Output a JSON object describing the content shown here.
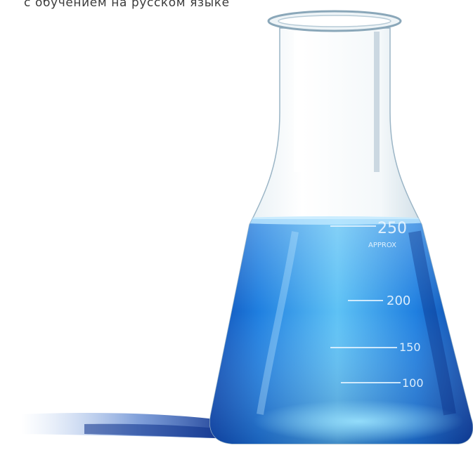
{
  "caption": {
    "text": "с обучением на русском языке"
  },
  "flask": {
    "markings": {
      "m250": "250",
      "approx": "APPROX",
      "m200": "200",
      "m150": "150",
      "m100": "100"
    },
    "liquid_color": "#1f7fe0",
    "glass_color": "#dfe9ef"
  }
}
